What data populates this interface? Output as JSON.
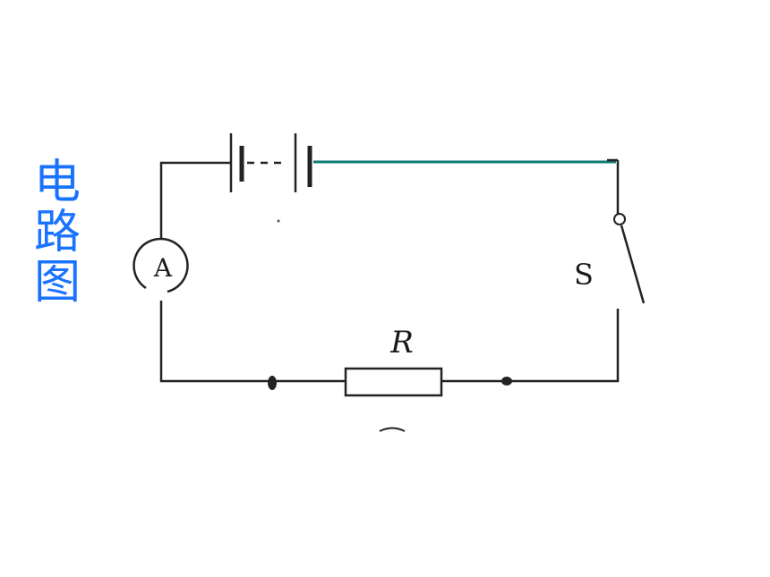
{
  "title": {
    "chars": [
      "电",
      "路",
      "图"
    ],
    "color": "#1a73ff"
  },
  "circuit": {
    "ammeter_label": "A",
    "resistor_label": "R",
    "switch_label": "S",
    "wire_color": "#222222",
    "highlight_wire_color": "#0b7a70"
  }
}
